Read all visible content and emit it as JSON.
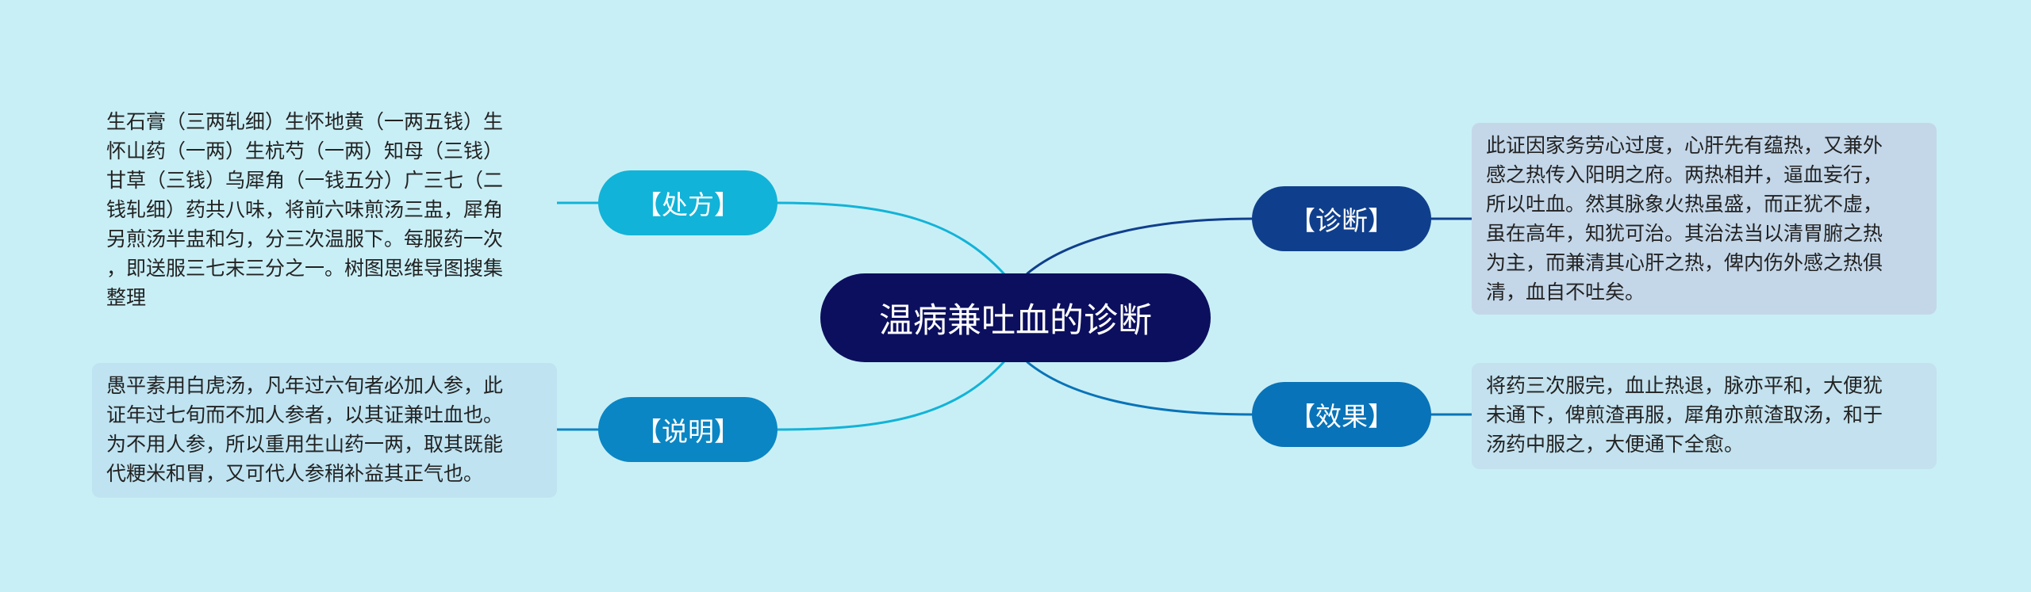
{
  "root": {
    "title": "温病兼吐血的诊断"
  },
  "branches": {
    "prescription": {
      "label": "【处方】",
      "color": "#12b3d8",
      "leaf_bg": "#c9eff6",
      "lines": [
        "生石膏（三两轧细）生怀地黄（一两五钱）生",
        "怀山药（一两）生杭芍（一两）知母（三钱）",
        "甘草（三钱）乌犀角（一钱五分）广三七（二",
        "钱轧细）药共八味，将前六味煎汤三盅，犀角",
        "另煎汤半盅和匀，分三次温服下。每服药一次",
        "，即送服三七末三分之一。树图思维导图搜集",
        "整理"
      ]
    },
    "explanation": {
      "label": "【说明】",
      "color": "#0a86c4",
      "leaf_bg": "#bfe3f1",
      "lines": [
        "愚平素用白虎汤，凡年过六旬者必加人参，此",
        "证年过七旬而不加人参者，以其证兼吐血也。",
        "为不用人参，所以重用生山药一两，取其既能",
        "代粳米和胃，又可代人参稍补益其正气也。"
      ]
    },
    "diagnosis": {
      "label": "【诊断】",
      "color": "#0f3f8c",
      "leaf_bg": "#c4d7e9",
      "lines": [
        "此证因家务劳心过度，心肝先有蕴热，又兼外",
        "感之热传入阳明之府。两热相并，逼血妄行，",
        "所以吐血。然其脉象火热虽盛，而正犹不虚，",
        "虽在高年，知犹可治。其治法当以清胃腑之热",
        "为主，而兼清其心肝之热，俾内伤外感之热俱",
        "清，血自不吐矣。"
      ]
    },
    "effect": {
      "label": "【效果】",
      "color": "#0873b8",
      "leaf_bg": "#c3e1ee",
      "lines": [
        "将药三次服完，血止热退，脉亦平和，大便犹",
        "未通下，俾煎渣再服，犀角亦煎渣取汤，和于",
        "汤药中服之，大便通下全愈。"
      ]
    }
  }
}
